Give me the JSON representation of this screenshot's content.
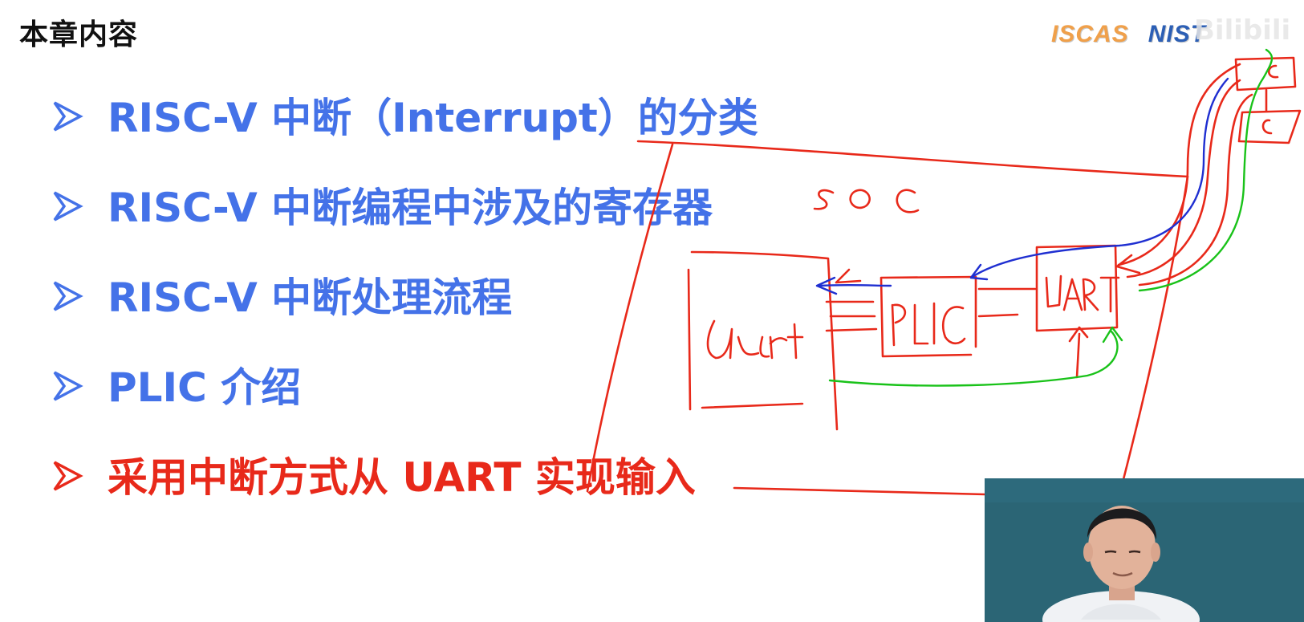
{
  "chapter_title": "本章内容",
  "logo": {
    "left": "ISCAS",
    "right": "NIST"
  },
  "watermark": "Bilibili",
  "bullets": [
    {
      "text": "RISC-V 中断（Interrupt）的分类",
      "color": "#4472e8",
      "active": false
    },
    {
      "text": "RISC-V 中断编程中涉及的寄存器",
      "color": "#4472e8",
      "active": false
    },
    {
      "text": "RISC-V 中断处理流程",
      "color": "#4472e8",
      "active": false
    },
    {
      "text": "PLIC 介绍",
      "color": "#4472e8",
      "active": false
    },
    {
      "text": "采用中断方式从 UART 实现输入",
      "color": "#e8291a",
      "active": true
    }
  ],
  "annotation": {
    "soc_label": "SOC",
    "uart_left_label": "Uart",
    "plic_label": "PLIC",
    "uart_right_label": "UART",
    "external_label": "C"
  },
  "colors": {
    "bullet_blue": "#4472e8",
    "bullet_red": "#e8291a",
    "ink_red": "#e8291a",
    "ink_blue": "#1f2fd1",
    "ink_green": "#19c219"
  },
  "icons": {
    "bullet_marker": "chevron-right-icon"
  }
}
